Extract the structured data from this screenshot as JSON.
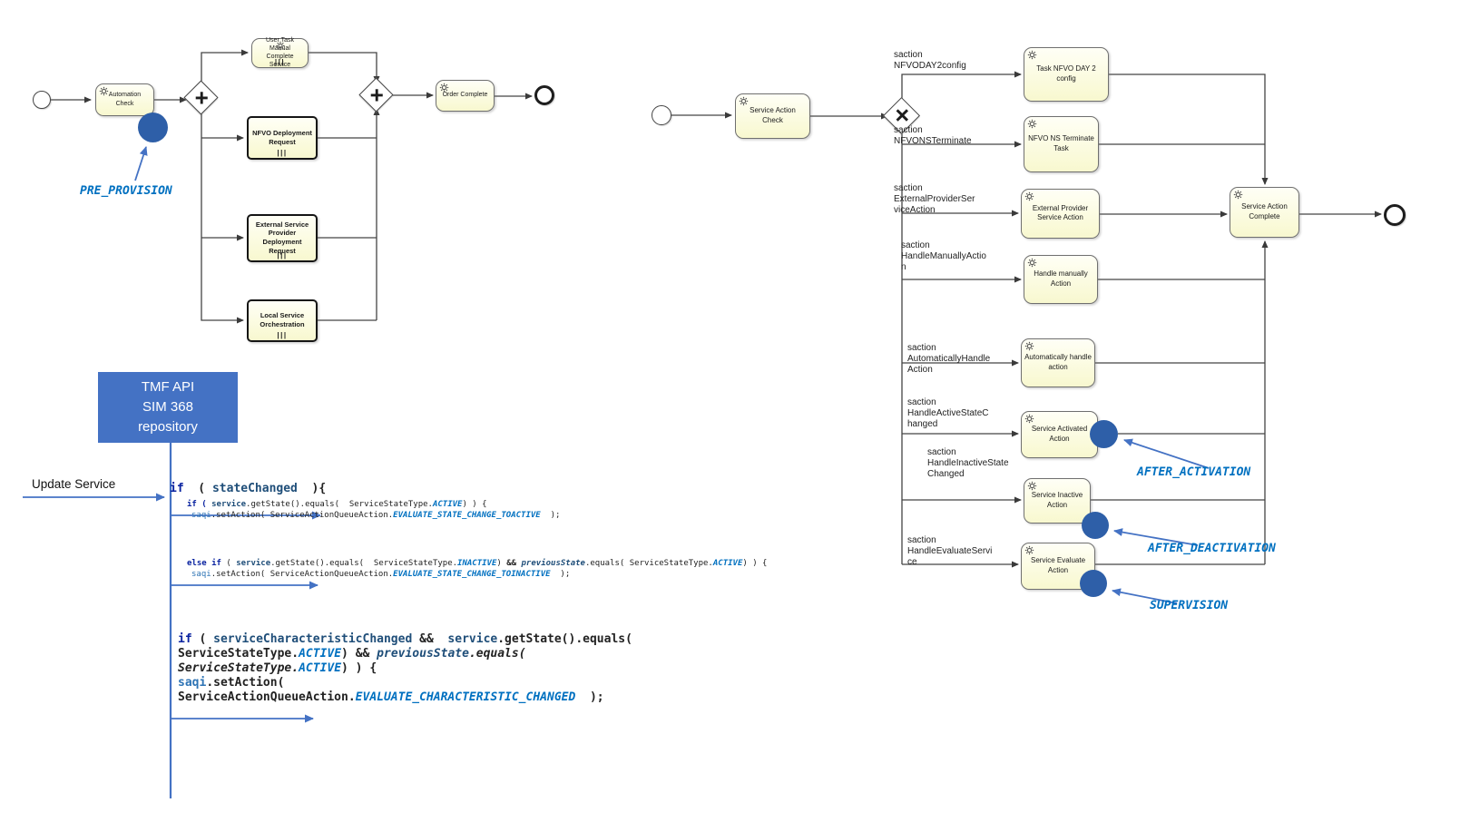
{
  "left": {
    "tasks": {
      "automation_check": "Automation Check",
      "user_task": "User Task Manual\nComplete Service",
      "nfvo_deployment": "NFVO Deployment\nRequest",
      "external_service": "External Service\nProvider Deployment\nRequest",
      "local_service": "Local Service\nOrchestration",
      "order_complete": "Order Complete"
    },
    "annotation_pre_provision": "PRE_PROVISION"
  },
  "right": {
    "tasks": {
      "service_action_check": "Service Action\nCheck",
      "task_nfvo_day2": "Task NFVO DAY 2\nconfig",
      "nfvo_ns_terminate": "NFVO NS Terminate\nTask",
      "external_provider": "External Provider\nService Action",
      "handle_manually": "Handle manually Action",
      "automatically_handle": "Automatically handle\naction",
      "service_activated": "Service Activated\nAction",
      "service_inactive": "Service Inactive\nAction",
      "service_evaluate": "Service Evaluate\nAction",
      "service_action_complete": "Service Action\nComplete"
    },
    "branch_labels": [
      "saction\nNFVODAY2config",
      "saction\nNFVONSTerminate",
      "saction\nExternalProviderSer\nviceAction",
      "saction\nHandleManuallyActio\nn",
      "saction\nAutomaticallyHandle\nAction",
      "saction\nHandleActiveStateC\nhanged",
      "saction\nHandleInactiveState\nChanged",
      "saction\nHandleEvaluateServi\nce"
    ],
    "annotations": {
      "after_activation": "AFTER_ACTIVATION",
      "after_deactivation": "AFTER_DEACTIVATION",
      "supervision": "SUPERVISION"
    }
  },
  "repository": {
    "label": "TMF API\nSIM 368\nrepository"
  },
  "update_service": "Update Service",
  "icons": {
    "parallel_gateway_symbol": "+",
    "exclusive_gateway_symbol": "×",
    "subprocess_marker": "|||"
  },
  "code": {
    "b1": {
      "l1": [
        "if",
        "  ( ",
        "stateChanged",
        "  ){"
      ],
      "l2": [
        "if (",
        " ",
        "service",
        ".getState().equals(  ServiceStateType.",
        "ACTIVE",
        ") ) {"
      ],
      "l3": [
        "saqi",
        ".setAction( ServiceActionQueueAction.",
        "EVALUATE_STATE_CHANGE_TOACTIVE",
        "  );"
      ]
    },
    "b2": {
      "l1": [
        "else if",
        " ( ",
        "service",
        ".getState().equals(  ServiceStateType.",
        "INACTIVE",
        ") ",
        "&&",
        " ",
        "previousState",
        ".equals( ServiceStateType.",
        "ACTIVE",
        ") ) {"
      ],
      "l2": [
        "saqi",
        ".setAction( ServiceActionQueueAction.",
        "EVALUATE_STATE_CHANGE_TOINACTIVE",
        "  );"
      ]
    },
    "b3": {
      "l1": [
        "if",
        " ( ",
        "serviceCharacteristicChanged",
        " && ",
        " service",
        ".getState().equals("
      ],
      "l2": [
        "ServiceStateType.",
        "ACTIVE",
        ") ",
        "&&",
        " ",
        "previousState",
        ".equals("
      ],
      "l3": [
        "ServiceStateType.",
        "ACTIVE",
        ") ) {"
      ],
      "l4": [
        "saqi",
        ".setAction("
      ],
      "l5": [
        "ServiceActionQueueAction.",
        "EVALUATE_CHARACTERISTIC_CHANGED",
        "  );"
      ]
    }
  },
  "colors": {
    "annotation_blue": "#0070C0",
    "marker_dot_blue": "#2E5FA8",
    "repository_box_blue": "#4472C4",
    "task_fill": "#F8F8CF",
    "constant_blue": "#0070C0"
  }
}
